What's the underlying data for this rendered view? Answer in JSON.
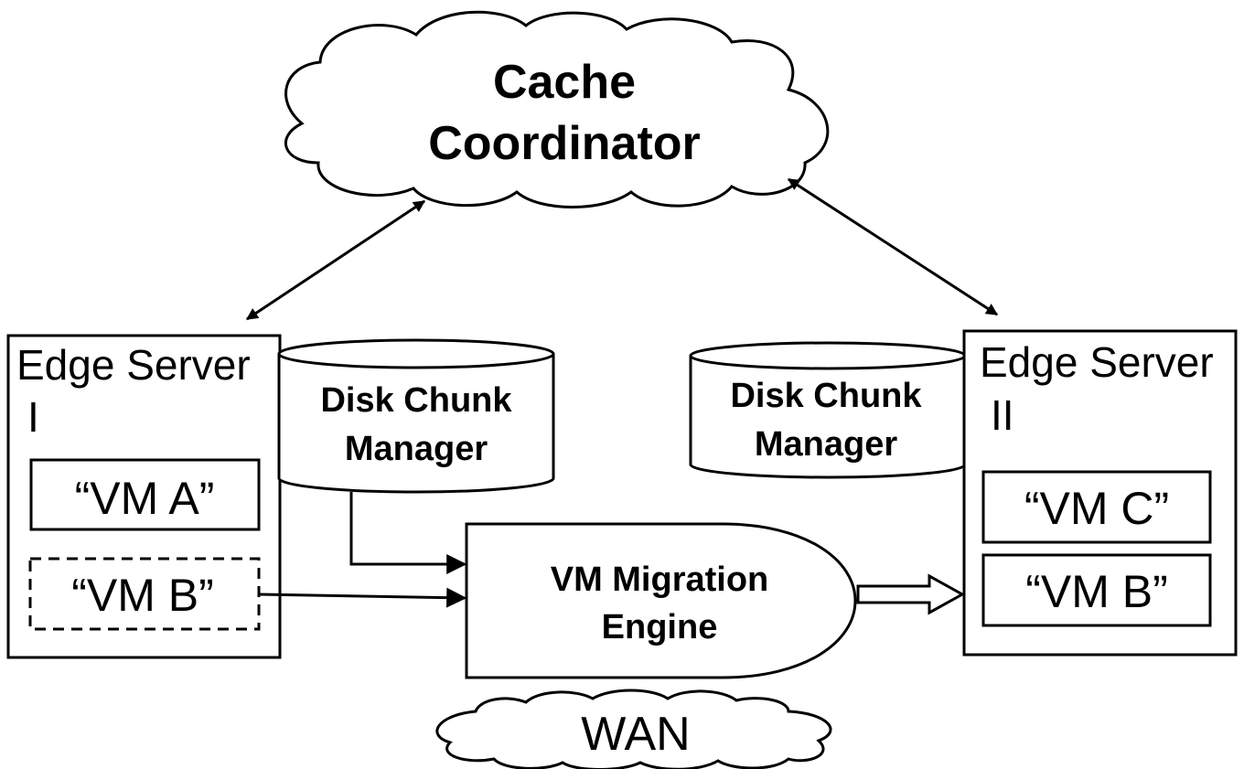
{
  "colors": {
    "stroke": "#000000",
    "fill": "#ffffff",
    "text": "#000000"
  },
  "cache_coordinator": {
    "line1": "Cache",
    "line2": "Coordinator"
  },
  "edge_server_1": {
    "title_line1": "Edge Server",
    "title_line2": "I",
    "vms": [
      {
        "label": "“VM A”",
        "style": "solid"
      },
      {
        "label": "“VM B”",
        "style": "dashed"
      }
    ]
  },
  "edge_server_2": {
    "title_line1": "Edge Server",
    "title_line2": "II",
    "vms": [
      {
        "label": "“VM C”",
        "style": "solid"
      },
      {
        "label": "“VM B”",
        "style": "solid"
      }
    ]
  },
  "disk_chunk_manager_1": {
    "line1": "Disk Chunk",
    "line2": "Manager"
  },
  "disk_chunk_manager_2": {
    "line1": "Disk Chunk",
    "line2": "Manager"
  },
  "vm_migration_engine": {
    "line1": "VM Migration",
    "line2": "Engine"
  },
  "wan": {
    "label": "WAN"
  }
}
